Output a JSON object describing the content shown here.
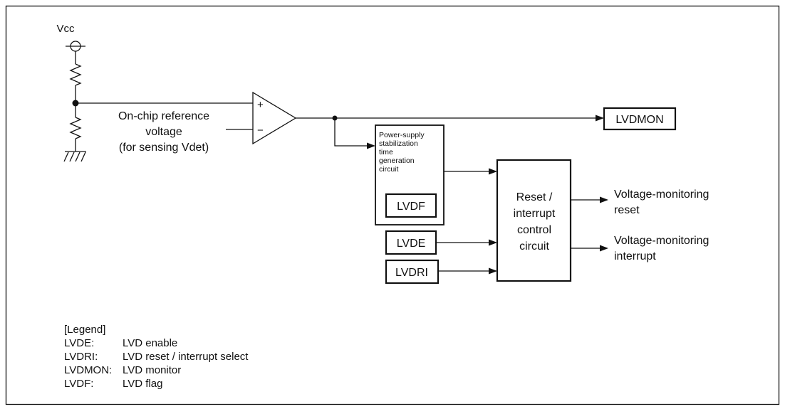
{
  "diagram": {
    "vcc_label": "Vcc",
    "reference_label": [
      "On-chip reference",
      "voltage",
      "(for sensing Vdet)"
    ],
    "comparator_plus": "+",
    "comparator_minus": "−",
    "lvdmon_box": "LVDMON",
    "stabilization_label": [
      "Power-supply",
      "stabilization",
      "time",
      "generation",
      "circuit"
    ],
    "lvdf_box": "LVDF",
    "lvde_box": "LVDE",
    "lvdri_box": "LVDRI",
    "control_label": [
      "Reset /",
      "interrupt",
      "control",
      "circuit"
    ],
    "output_reset": [
      "Voltage-monitoring",
      "reset"
    ],
    "output_interrupt": [
      "Voltage-monitoring",
      "interrupt"
    ]
  },
  "legend": {
    "title": "[Legend]",
    "items": [
      {
        "key": "LVDE:",
        "value": "LVD enable"
      },
      {
        "key": "LVDRI:",
        "value": "LVD reset / interrupt select"
      },
      {
        "key": "LVDMON:",
        "value": "LVD monitor"
      },
      {
        "key": "LVDF:",
        "value": "LVD flag"
      }
    ]
  }
}
